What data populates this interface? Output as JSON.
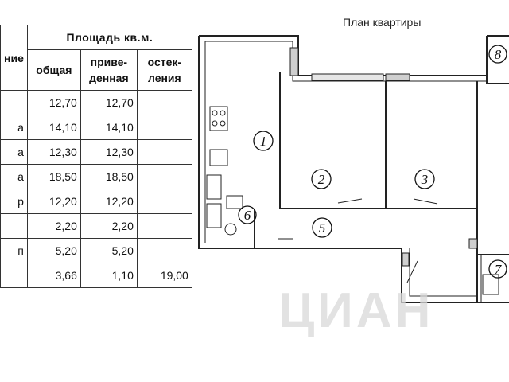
{
  "table": {
    "header_area": "Площадь кв.м.",
    "header_name": "ние",
    "sub_total": [
      "общая"
    ],
    "sub_reduced": [
      "приве-",
      "денная"
    ],
    "sub_glazing": [
      "остек-",
      "ления"
    ],
    "rows": [
      {
        "name": "",
        "total": "12,70",
        "reduced": "12,70",
        "glazing": ""
      },
      {
        "name": "а",
        "total": "14,10",
        "reduced": "14,10",
        "glazing": ""
      },
      {
        "name": "а",
        "total": "12,30",
        "reduced": "12,30",
        "glazing": ""
      },
      {
        "name": "а",
        "total": "18,50",
        "reduced": "18,50",
        "glazing": ""
      },
      {
        "name": "р",
        "total": "12,20",
        "reduced": "12,20",
        "glazing": ""
      },
      {
        "name": "",
        "total": "2,20",
        "reduced": "2,20",
        "glazing": ""
      },
      {
        "name": "п",
        "total": "5,20",
        "reduced": "5,20",
        "glazing": ""
      },
      {
        "name": "",
        "total": "3,66",
        "reduced": "1,10",
        "glazing": "19,00"
      }
    ]
  },
  "plan": {
    "title": "План квартиры",
    "rooms": [
      "1",
      "2",
      "3",
      "5",
      "6",
      "7",
      "8"
    ]
  },
  "watermark": "ЦИАН"
}
